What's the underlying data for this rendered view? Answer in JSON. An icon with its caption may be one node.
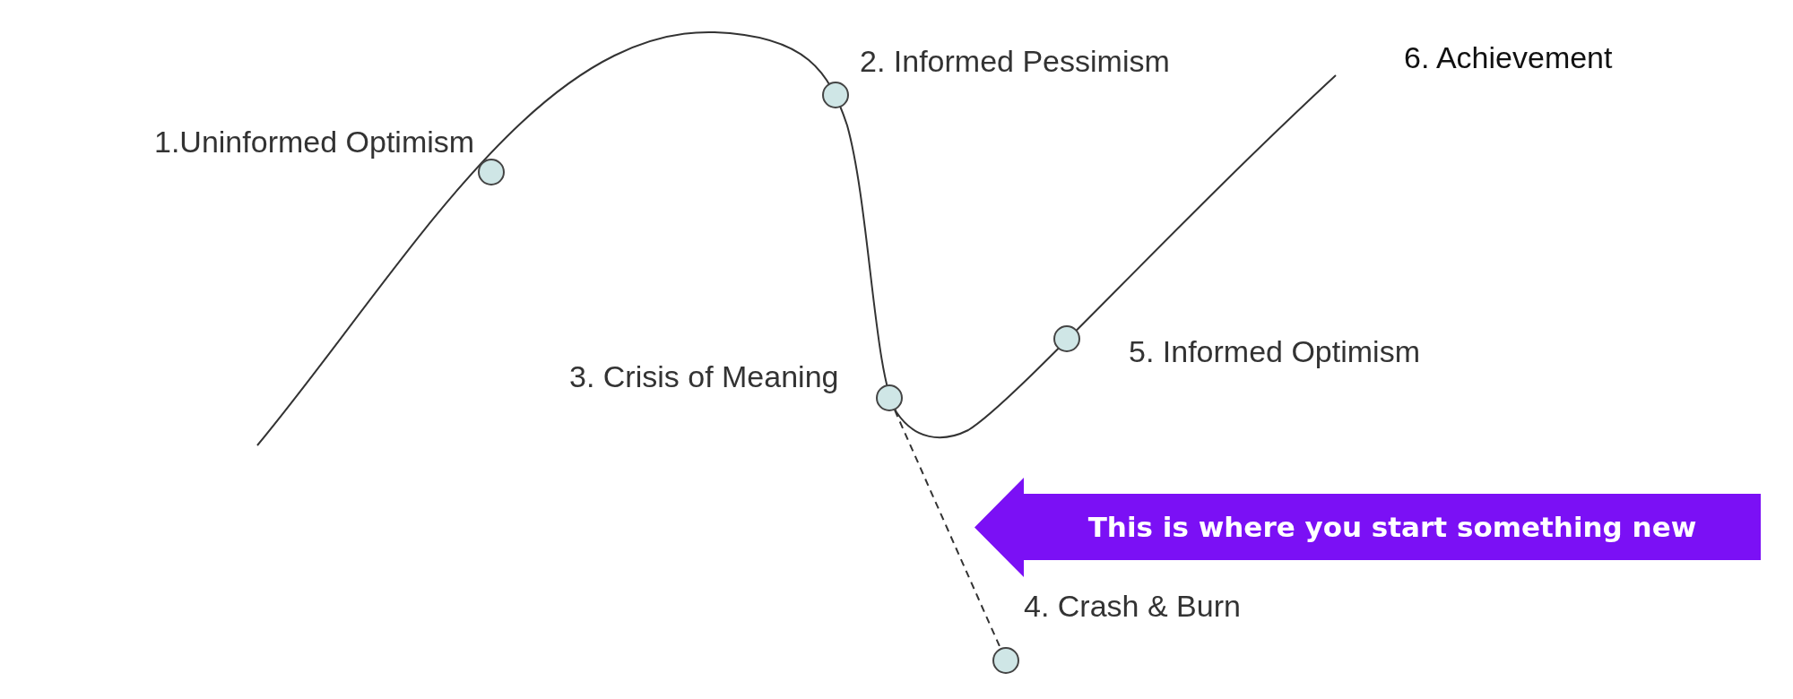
{
  "diagram": {
    "nodes": [
      {
        "text": [],
        "shape": "circle",
        "beside": [
          "1.Uninformed Optimism"
        ]
      },
      {
        "text": [],
        "shape": "circle",
        "beside": [
          "2. Informed Pessimism"
        ]
      },
      {
        "text": [],
        "shape": "circle",
        "beside": [
          "3. Crisis of Meaning"
        ]
      },
      {
        "text": [],
        "shape": "circle",
        "beside": [
          "4. Crash & Burn"
        ]
      },
      {
        "text": [],
        "shape": "circle",
        "beside": [
          "5. Informed Optimism"
        ]
      },
      {
        "text": [
          "This is where you start something new"
        ]
      }
    ],
    "edges": [
      {
        "from": 2,
        "to": 3,
        "arrow": "none",
        "style": "dashed"
      }
    ],
    "labels": [
      "6. Achievement"
    ]
  }
}
